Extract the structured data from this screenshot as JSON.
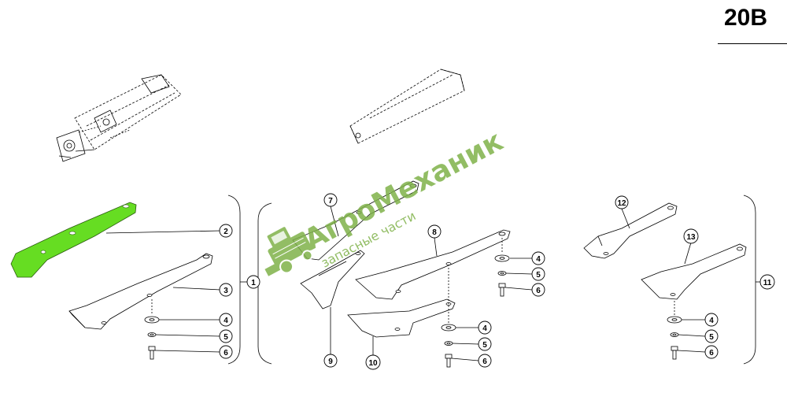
{
  "page": {
    "title": "20B"
  },
  "watermark": {
    "brand": "АгроМеханик",
    "tagline": "запасные части",
    "color": "#7fb24a"
  },
  "highlight_color": "#66dd22",
  "callouts": {
    "left": [
      "2",
      "3",
      "1",
      "4",
      "5",
      "6"
    ],
    "middle": [
      "7",
      "8",
      "4",
      "5",
      "6",
      "9",
      "10",
      "4",
      "5",
      "6"
    ],
    "right": [
      "12",
      "13",
      "4",
      "11",
      "5",
      "6"
    ]
  }
}
